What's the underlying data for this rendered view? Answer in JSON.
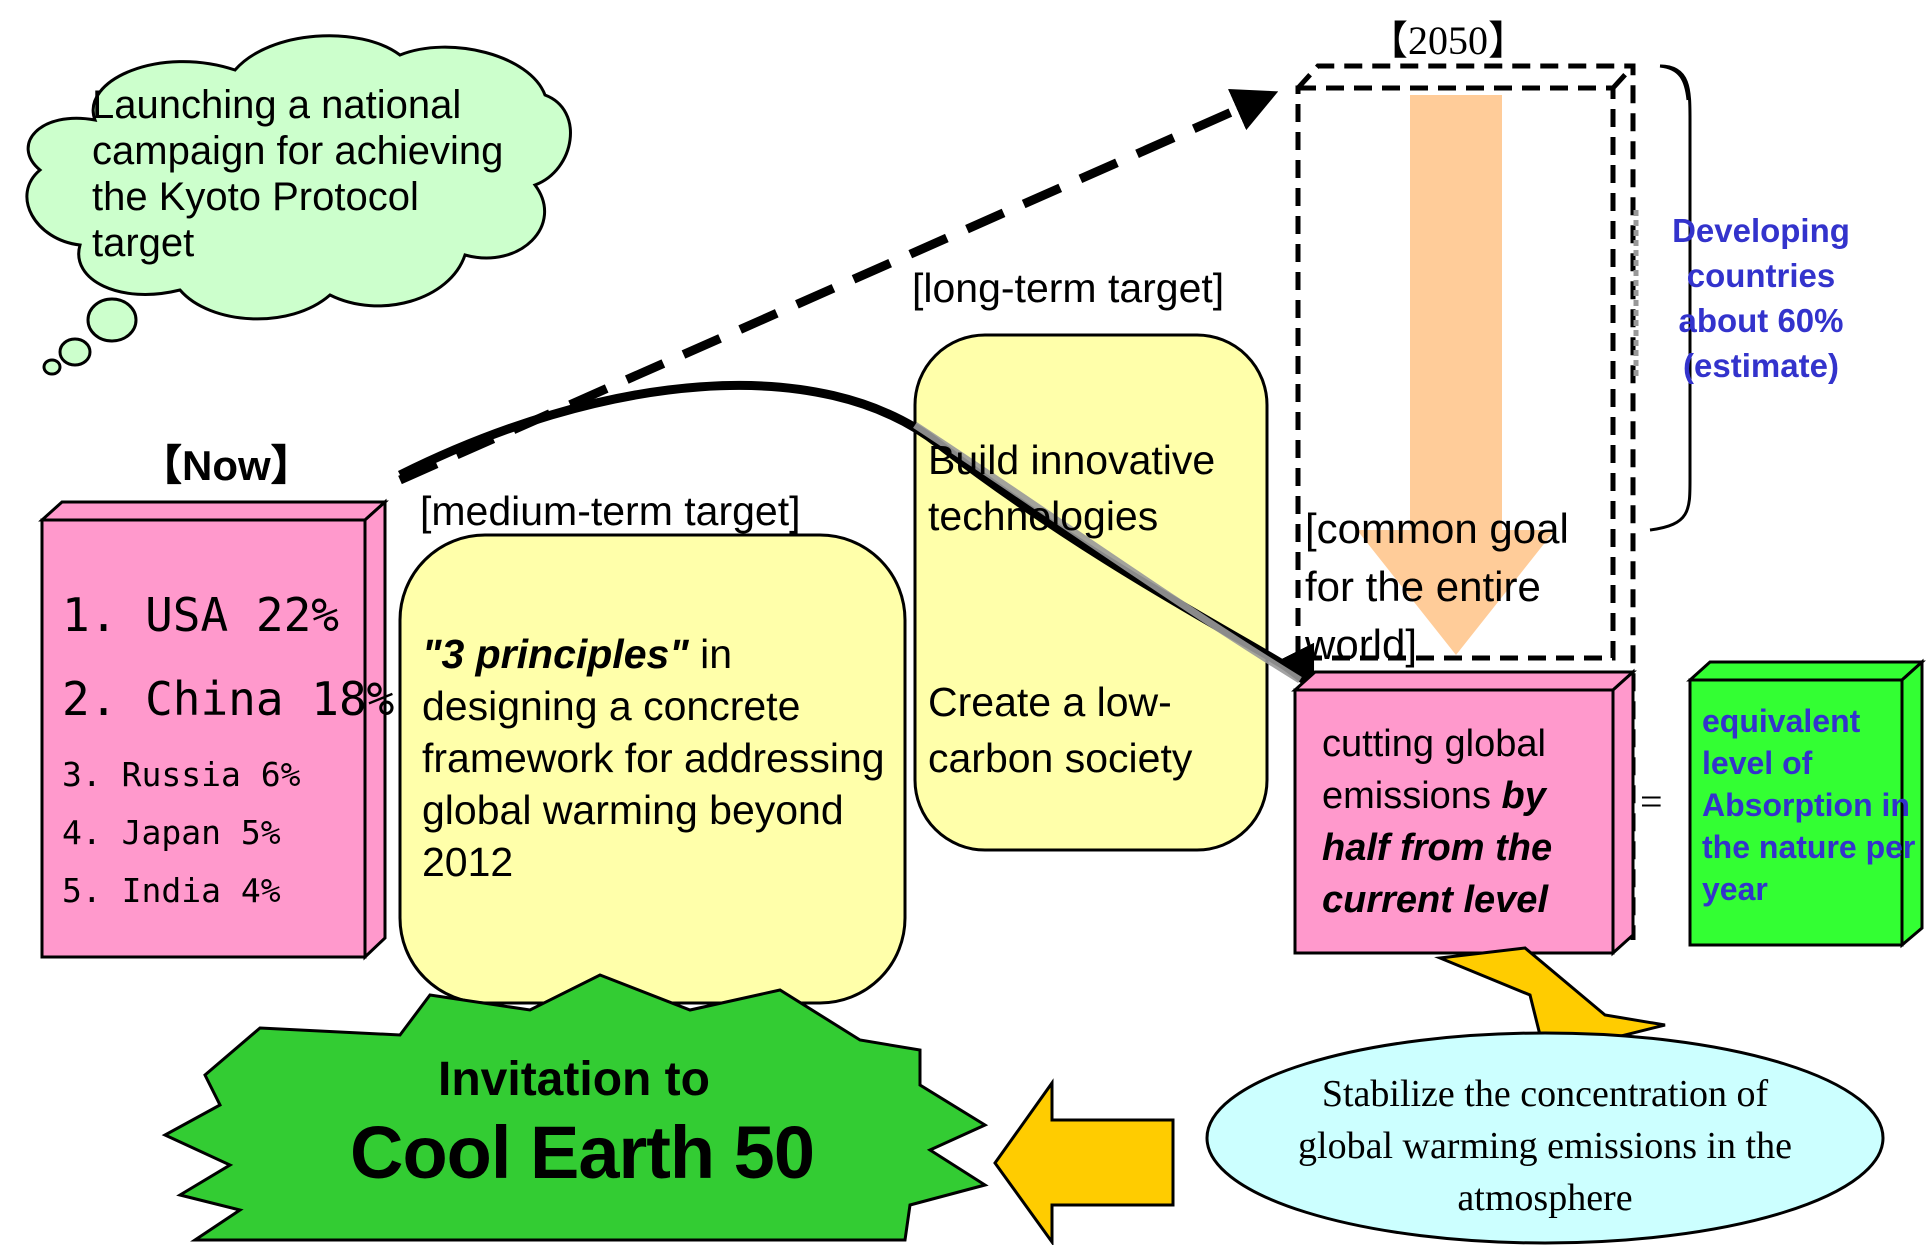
{
  "cloud": {
    "text": "Launching a national campaign for achieving the Kyoto Protocol target",
    "fill": "#ccffcc"
  },
  "now": {
    "title": "【Now】",
    "box_fill": "#ff99cc",
    "rows": [
      {
        "rank": "1.",
        "country": "USA",
        "pct": "22%"
      },
      {
        "rank": "2.",
        "country": "China",
        "pct": "18%"
      },
      {
        "rank": "3.",
        "country": "Russia",
        "pct": "6%"
      },
      {
        "rank": "4.",
        "country": "Japan",
        "pct": "5%"
      },
      {
        "rank": "5.",
        "country": "India",
        "pct": "4%"
      }
    ]
  },
  "medium": {
    "label": "[medium-term target]",
    "emph": "\"3 principles\"",
    "rest": " in designing a concrete framework for addressing global warming beyond 2012",
    "fill": "#ffffaa"
  },
  "long": {
    "label": "[long-term target]",
    "item1": "Build innovative technologies",
    "item2": "Create a low-carbon society",
    "fill": "#ffffaa"
  },
  "y2050": {
    "label": "【2050】",
    "common_goal": "[common goal for the entire world]",
    "arrow_fill": "#ffcc99"
  },
  "developing": {
    "text": "Developing countries about 60% (estimate)",
    "color": "#3333cc"
  },
  "cut": {
    "plain": "cutting global emissions ",
    "emph": "by half from the current level",
    "fill": "#ff99cc"
  },
  "equals": "=",
  "absorb": {
    "text": "equivalent level of Absorption in the nature per year",
    "fill": "#33ff33",
    "color": "#3333cc"
  },
  "stabilize": {
    "text": "Stabilize the concentration of global warming emissions in the atmosphere",
    "fill": "#ccffff"
  },
  "cool_earth": {
    "line1": "Invitation to",
    "line2": "Cool Earth 50",
    "fill": "#33cc33"
  },
  "arrows": {
    "yellow": "#ffcc00"
  }
}
